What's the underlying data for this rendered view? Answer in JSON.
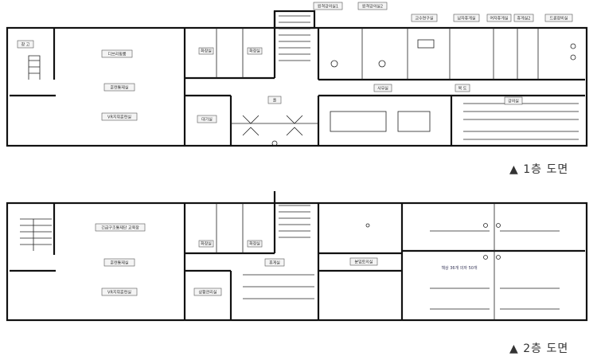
{
  "floor1": {
    "caption": "▲ 1층 도면",
    "rooms": {
      "storage": "창 고",
      "debriefing": "디브리핑룸",
      "control": "훈련통제실",
      "vr": "VR지휘훈련실",
      "waiting": "대기실",
      "hall": "홀",
      "remote1": "원격강의실1",
      "remote2": "원격강의실2",
      "professor": "교수연구실",
      "men_lounge": "남자휴게실",
      "women_lounge": "여자휴게실",
      "lounge2": "휴게실2",
      "drone": "드론장비실",
      "office": "사무실",
      "corridor": "복 도",
      "lecture": "강의실",
      "wc_m": "화장실",
      "wc_w": "화장실"
    }
  },
  "floor2": {
    "caption": "▲ 2층 도면",
    "rooms": {
      "edu": "긴급구조통제단 교육장",
      "control": "훈련통제실",
      "vr": "VR지휘훈련실",
      "situation": "상황관리실",
      "lounge": "휴게실",
      "discussion": "분임토의실",
      "wc_m": "화장실",
      "wc_w": "화장실"
    },
    "furniture_note": "책상 36개 의자 50개"
  }
}
